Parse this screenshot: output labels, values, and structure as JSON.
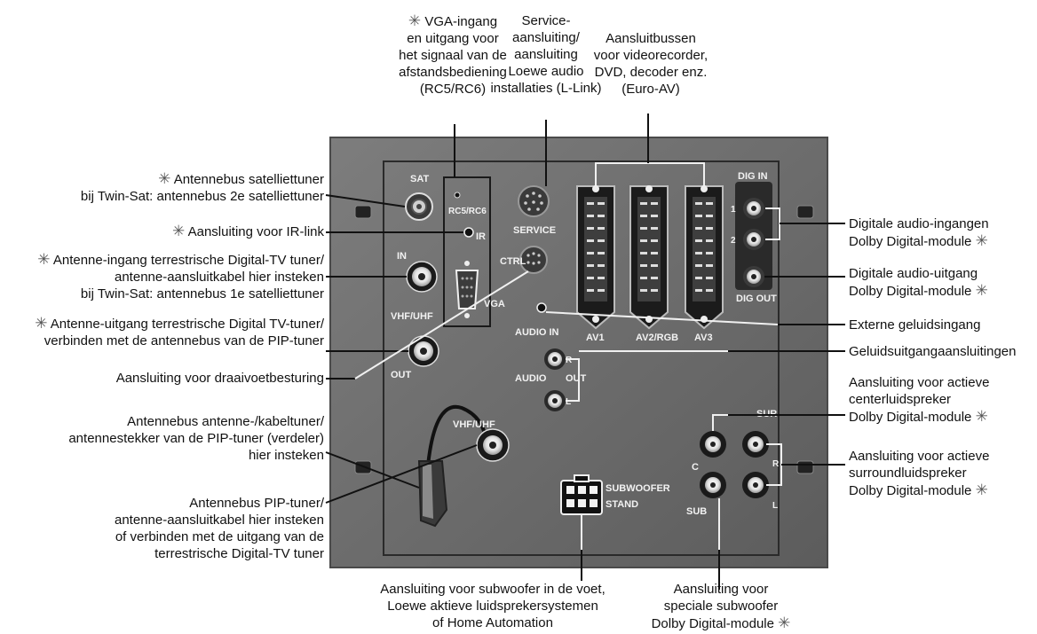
{
  "panel": {
    "sat": "SAT",
    "rc5": "RC5/RC6",
    "ir": "IR",
    "vga": "VGA",
    "in": "IN",
    "vhf_uhf_1": "VHF/UHF",
    "out": "OUT",
    "service": "SERVICE",
    "ctrl": "CTRL",
    "audio_in": "AUDIO IN",
    "av1": "AV1",
    "av2": "AV2/RGB",
    "av3": "AV3",
    "dig_in": "DIG IN",
    "dig_1": "1",
    "dig_2": "2",
    "dig_out": "DIG OUT",
    "audio": "AUDIO",
    "audio_out": "OUT",
    "audio_r": "R",
    "audio_l": "L",
    "vhf_uhf_2": "VHF/UHF",
    "subwoofer": "SUBWOOFER",
    "stand": "STAND",
    "c": "C",
    "sub": "SUB",
    "sur": "SUR",
    "sur_r": "R",
    "sur_l": "L"
  },
  "labels": {
    "star": "✳",
    "top_vga": [
      "VGA-ingang",
      "en uitgang voor",
      "het signaal van de",
      "afstandsbediening",
      "(RC5/RC6)"
    ],
    "top_service": [
      "Service-",
      "aansluiting/",
      "aansluiting",
      "Loewe audio",
      "installaties (L-Link)"
    ],
    "top_euro": [
      "Aansluitbussen",
      "voor videorecorder,",
      "DVD, decoder enz.",
      "(Euro-AV)"
    ],
    "left_sat": [
      "Antennebus satelliettuner",
      "bij Twin-Sat: antennebus 2e satelliettuner"
    ],
    "left_ir": "Aansluiting voor IR-link",
    "left_in": [
      "Antenne-ingang terrestrische Digital-TV tuner/",
      "antenne-aansluitkabel hier insteken",
      "bij Twin-Sat: antennebus 1e satelliettuner"
    ],
    "left_out": [
      "Antenne-uitgang terrestrische Digital TV-tuner/",
      "verbinden met de antennebus van de PIP-tuner"
    ],
    "left_ctrl": "Aansluiting voor draaivoetbesturing",
    "left_kabel": [
      "Antennebus antenne-/kabeltuner/",
      "antennestekker van de PIP-tuner (verdeler)",
      "hier insteken"
    ],
    "left_pip": [
      "Antennebus PIP-tuner/",
      "antenne-aansluitkabel hier insteken",
      "of verbinden met de uitgang van de",
      "terrestrische Digital-TV tuner"
    ],
    "right_dig_in": [
      "Digitale audio-ingangen",
      "Dolby Digital-module"
    ],
    "right_dig_out": [
      "Digitale audio-uitgang",
      "Dolby Digital-module"
    ],
    "right_ext": "Externe geluidsingang",
    "right_audio": "Geluidsuitgangaansluitingen",
    "right_center": [
      "Aansluiting voor actieve",
      "centerluidspreker",
      "Dolby Digital-module"
    ],
    "right_sur": [
      "Aansluiting voor actieve",
      "surroundluidspreker",
      "Dolby Digital-module"
    ],
    "bottom_sub": [
      "Aansluiting voor subwoofer in de voet,",
      "Loewe aktieve luidsprekersystemen",
      "of Home Automation"
    ],
    "bottom_special": [
      "Aansluiting voor",
      "speciale subwoofer",
      "Dolby Digital-module"
    ]
  }
}
